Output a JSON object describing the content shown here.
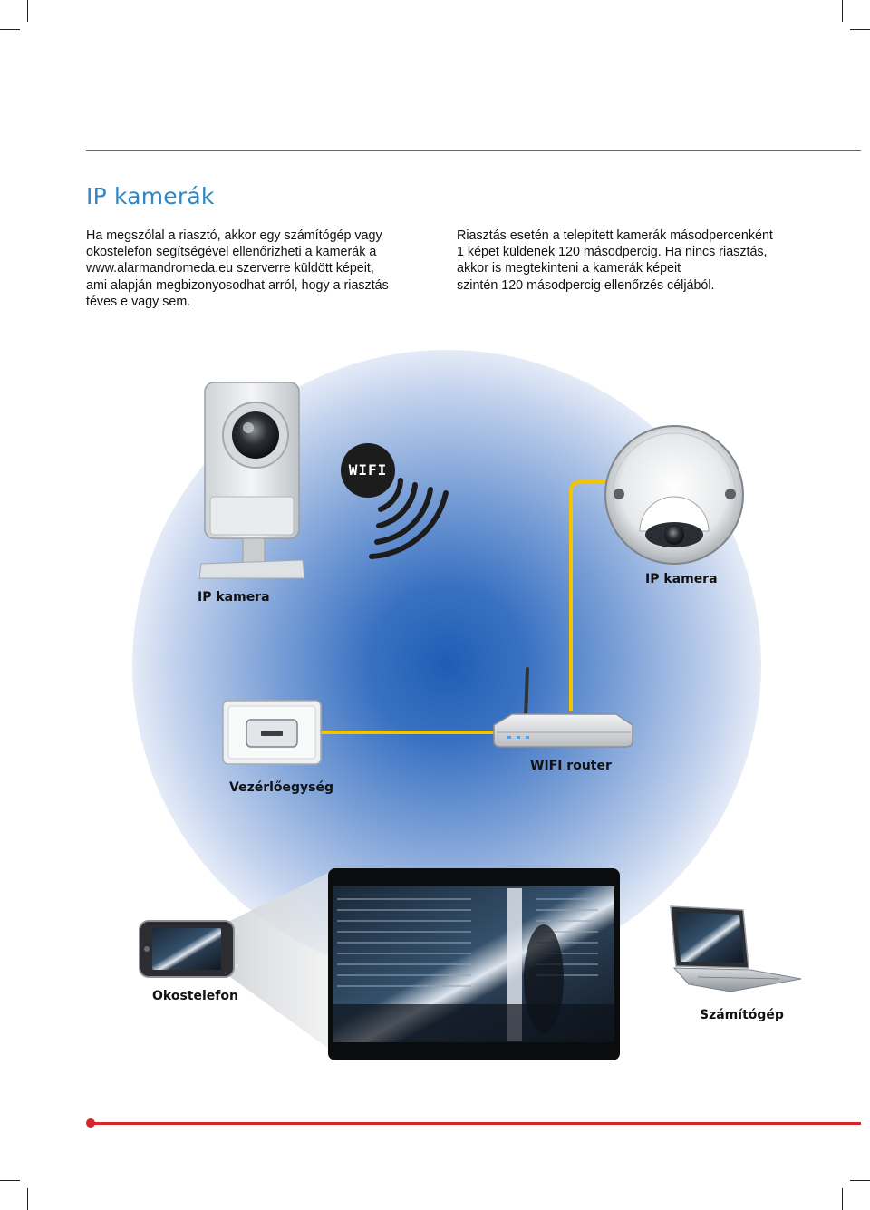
{
  "section_title": "IP kamerák",
  "paragraphs": {
    "left": [
      "Ha megszólal a riasztó, akkor egy számítógép vagy",
      "okostelefon segítségével ellenőrizheti a kamerák a",
      "www.alarmandromeda.eu szerverre küldött képeit,",
      "ami alapján megbizonyosodhat arról, hogy a riasztás",
      "téves e vagy sem."
    ],
    "right": [
      "Riasztás esetén a telepített kamerák másodpercenként",
      "1 képet küldenek 120 másodpercig. Ha nincs riasztás,",
      "akkor is megtekinteni a kamerák képeit",
      "szintén 120 másodpercig ellenőrzés céljából."
    ]
  },
  "diagram": {
    "wifi_badge": "WIFI",
    "labels": {
      "ip_camera_left": "IP kamera",
      "ip_camera_right": "IP kamera",
      "control_unit": "Vezérlőegység",
      "wifi_router": "WIFI router",
      "smartphone": "Okostelefon",
      "computer": "Számítógép"
    }
  },
  "colors": {
    "title": "#2f86c6",
    "cable": "#f5c400",
    "accent_line": "#d8232a",
    "glow_center": "#1e5db4"
  }
}
